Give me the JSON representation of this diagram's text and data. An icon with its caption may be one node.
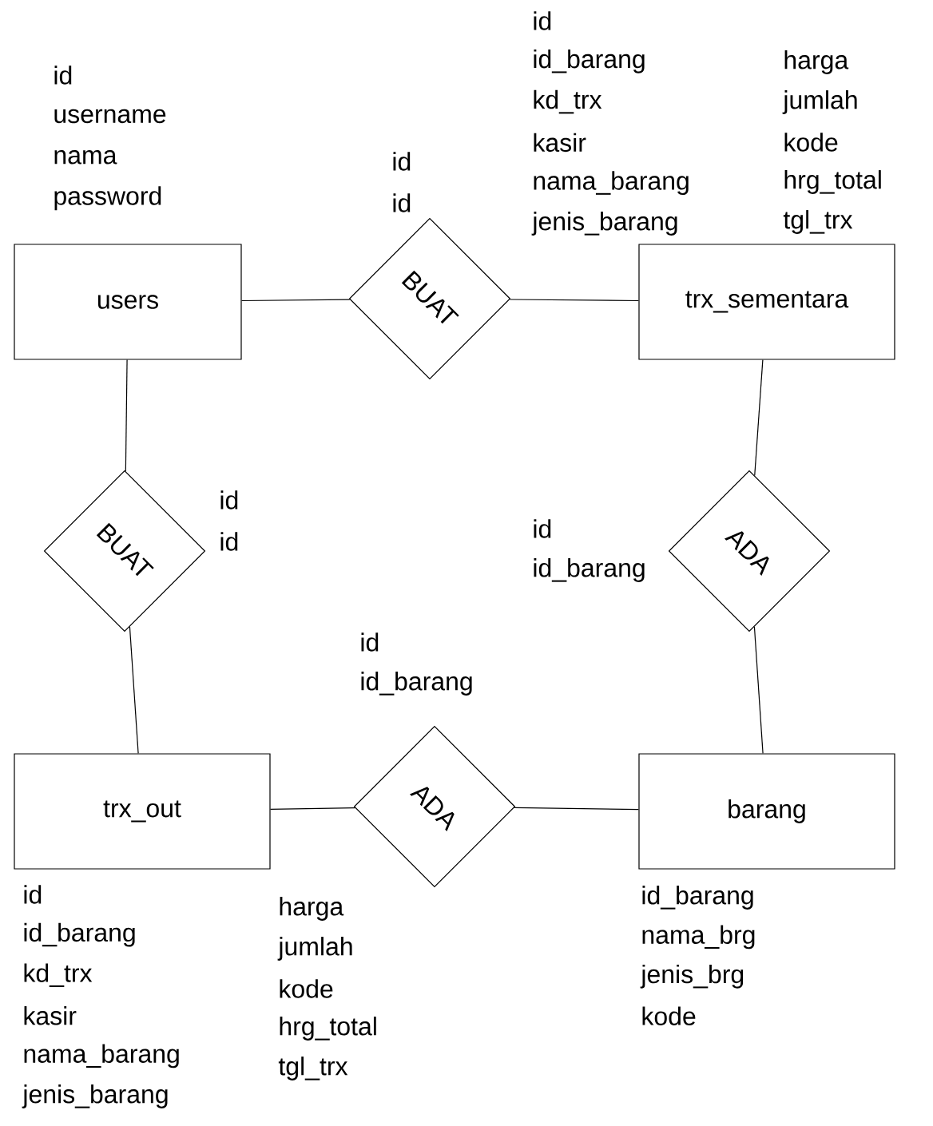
{
  "diagram": {
    "nodes": [
      {
        "text": [
          "users"
        ]
      },
      {
        "text": [
          "BUAT"
        ]
      },
      {
        "text": [
          "trx_sementara"
        ]
      },
      {
        "text": [
          "BUAT"
        ]
      },
      {
        "text": [
          "ADA"
        ]
      },
      {
        "text": [
          "trx_out"
        ]
      },
      {
        "text": [
          "ADA"
        ]
      },
      {
        "text": [
          "barang"
        ]
      }
    ],
    "edges": [
      {
        "from": 0,
        "to": 1,
        "arrow": "none"
      },
      {
        "from": 1,
        "to": 2,
        "arrow": "none"
      },
      {
        "from": 0,
        "to": 3,
        "arrow": "none"
      },
      {
        "from": 3,
        "to": 5,
        "arrow": "none"
      },
      {
        "from": 2,
        "to": 4,
        "arrow": "none"
      },
      {
        "from": 4,
        "to": 7,
        "arrow": "none"
      },
      {
        "from": 5,
        "to": 6,
        "arrow": "none"
      },
      {
        "from": 6,
        "to": 7,
        "arrow": "none"
      }
    ],
    "labels": [
      "id",
      "id_barang",
      "kd_trx",
      "kasir",
      "nama_barang",
      "jenis_barang",
      "harga",
      "jumlah",
      "kode",
      "hrg_total",
      "tgl_trx",
      "id",
      "username",
      "nama",
      "password",
      "id",
      "id",
      "id",
      "id",
      "id",
      "id_barang",
      "id",
      "id_barang",
      "id",
      "id_barang",
      "kd_trx",
      "kasir",
      "nama_barang",
      "jenis_barang",
      "harga",
      "jumlah",
      "kode",
      "hrg_total",
      "tgl_trx",
      "id_barang",
      "nama_brg",
      "jenis_brg",
      "kode"
    ]
  }
}
